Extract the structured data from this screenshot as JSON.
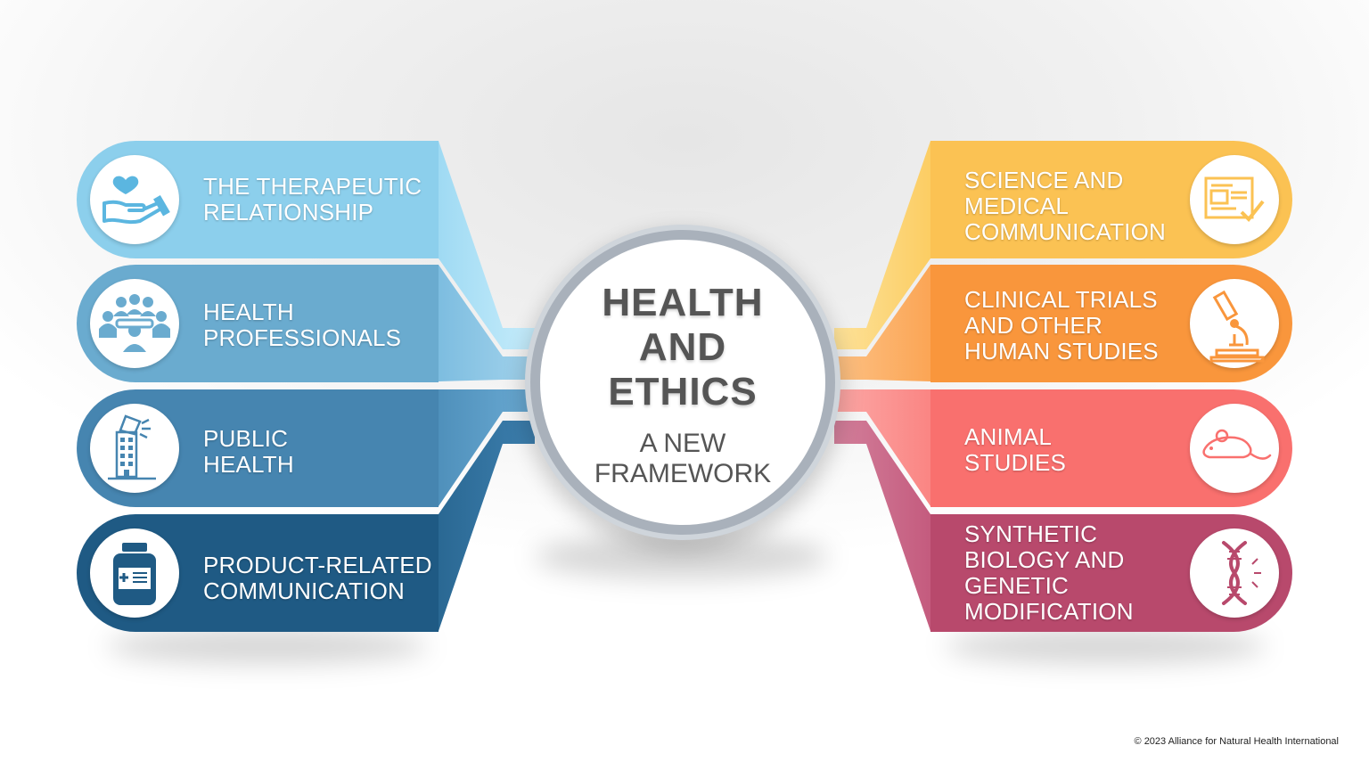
{
  "center": {
    "title_lines": [
      "HEALTH",
      "AND",
      "ETHICS"
    ],
    "subtitle_lines": [
      "A NEW",
      "FRAMEWORK"
    ]
  },
  "left_items": [
    {
      "lines": [
        "THE THERAPEUTIC",
        "RELATIONSHIP"
      ],
      "color": "#8ccfec",
      "icon": "caring-hand-heart-icon"
    },
    {
      "lines": [
        "HEALTH",
        "PROFESSIONALS"
      ],
      "color": "#6aabcf",
      "icon": "meeting-group-icon"
    },
    {
      "lines": [
        "PUBLIC",
        "HEALTH"
      ],
      "color": "#4685b0",
      "icon": "building-megaphone-icon"
    },
    {
      "lines": [
        "PRODUCT-RELATED",
        "COMMUNICATION"
      ],
      "color": "#1f5a84",
      "icon": "medicine-bottle-icon"
    }
  ],
  "right_items": [
    {
      "lines": [
        "SCIENCE AND",
        "MEDICAL",
        "COMMUNICATION"
      ],
      "color": "#fbc253",
      "icon": "document-check-icon"
    },
    {
      "lines": [
        "CLINICAL TRIALS",
        "AND OTHER",
        "HUMAN STUDIES"
      ],
      "color": "#f9963c",
      "icon": "microscope-icon"
    },
    {
      "lines": [
        "ANIMAL",
        "STUDIES"
      ],
      "color": "#f9706e",
      "icon": "mouse-icon"
    },
    {
      "lines": [
        "SYNTHETIC",
        "BIOLOGY AND",
        "GENETIC",
        "MODIFICATION"
      ],
      "color": "#b8496c",
      "icon": "dna-helix-icon"
    }
  ],
  "copyright": "© 2023 Alliance for Natural Health International"
}
